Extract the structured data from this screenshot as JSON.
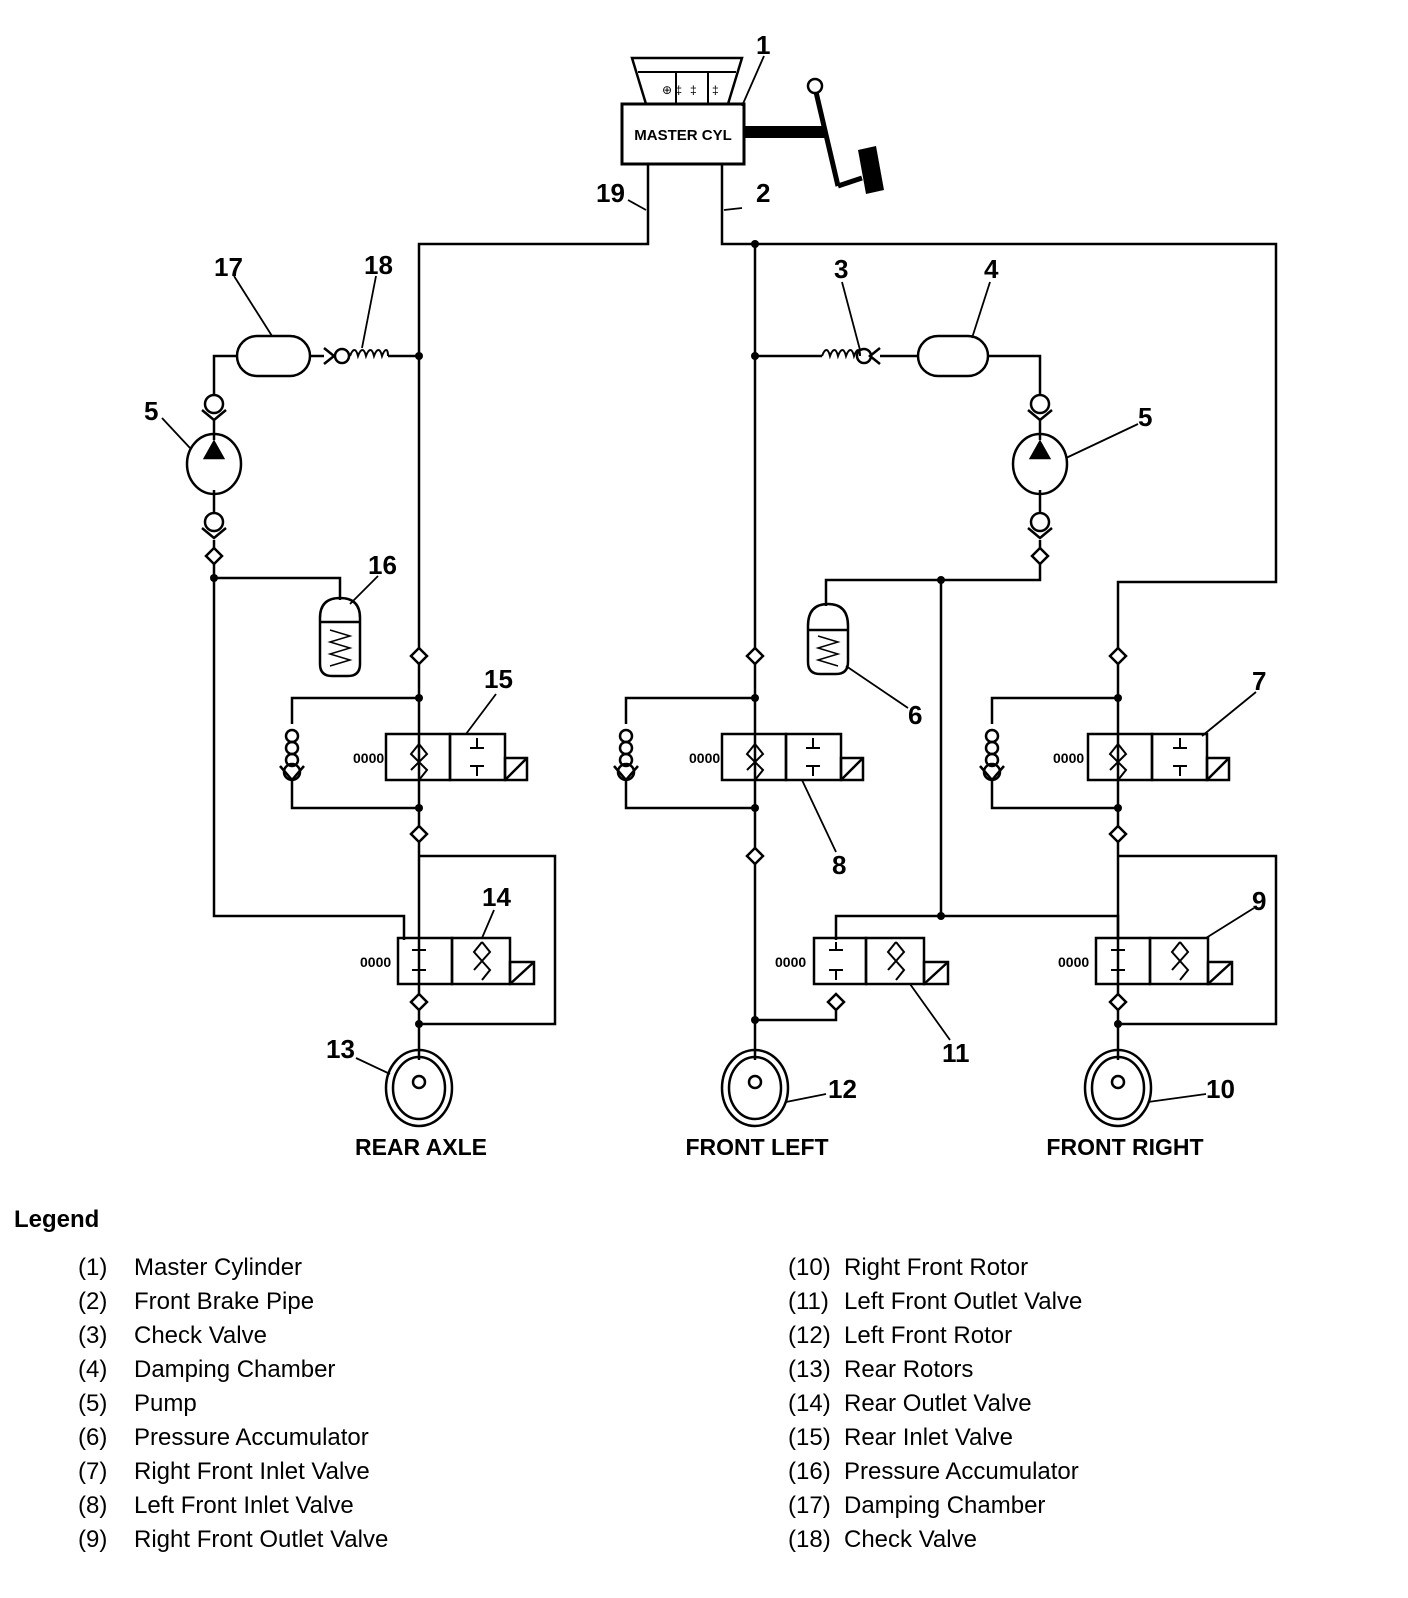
{
  "diagram": {
    "master_cylinder_label": "MASTER CYL",
    "wheel_labels": {
      "rear": "REAR AXLE",
      "front_left": "FRONT LEFT",
      "front_right": "FRONT RIGHT"
    },
    "callouts": {
      "n1": "1",
      "n2": "2",
      "n3": "3",
      "n4": "4",
      "n5a": "5",
      "n5b": "5",
      "n6": "6",
      "n7": "7",
      "n8": "8",
      "n9": "9",
      "n10": "10",
      "n11": "11",
      "n12": "12",
      "n13": "13",
      "n14": "14",
      "n15": "15",
      "n16": "16",
      "n17": "17",
      "n18": "18",
      "n19": "19"
    }
  },
  "legend": {
    "title": "Legend",
    "left": [
      {
        "code": "(1)",
        "text": "Master Cylinder"
      },
      {
        "code": "(2)",
        "text": "Front Brake Pipe"
      },
      {
        "code": "(3)",
        "text": "Check Valve"
      },
      {
        "code": "(4)",
        "text": "Damping Chamber"
      },
      {
        "code": "(5)",
        "text": "Pump"
      },
      {
        "code": "(6)",
        "text": "Pressure Accumulator"
      },
      {
        "code": "(7)",
        "text": "Right Front Inlet Valve"
      },
      {
        "code": "(8)",
        "text": "Left Front Inlet Valve"
      },
      {
        "code": "(9)",
        "text": "Right Front Outlet Valve"
      }
    ],
    "right": [
      {
        "code": "(10)",
        "text": "Right Front Rotor"
      },
      {
        "code": "(11)",
        "text": "Left Front Outlet Valve"
      },
      {
        "code": "(12)",
        "text": "Left Front Rotor"
      },
      {
        "code": "(13)",
        "text": "Rear Rotors"
      },
      {
        "code": "(14)",
        "text": "Rear Outlet Valve"
      },
      {
        "code": "(15)",
        "text": "Rear Inlet Valve"
      },
      {
        "code": "(16)",
        "text": "Pressure Accumulator"
      },
      {
        "code": "(17)",
        "text": "Damping Chamber"
      },
      {
        "code": "(18)",
        "text": "Check Valve"
      }
    ]
  }
}
